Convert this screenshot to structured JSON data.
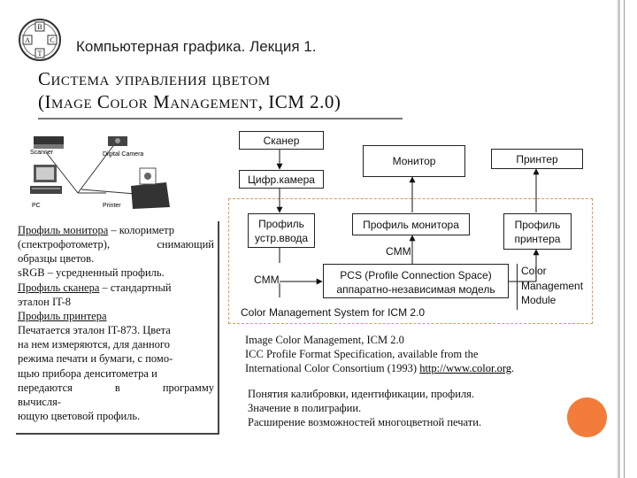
{
  "header": {
    "lecture": "Компьютерная графика. Лекция 1."
  },
  "logo": {
    "letters": [
      "B",
      "A",
      "C",
      "T"
    ]
  },
  "title": {
    "line1_first": "С",
    "line1_rest": "истема управления цветом",
    "line2_open": "(",
    "line2_I": "I",
    "line2_mage": "mage",
    "line2_C": "C",
    "line2_olor": "olor",
    "line2_M": "M",
    "line2_anagement": "anagement",
    "line2_icm": ", ICM 2.0)"
  },
  "devices": {
    "scanner": "Scanner",
    "camera": "Digital Camera",
    "pc": "PC",
    "printer": "Printer"
  },
  "left_text": {
    "l1_u": "Профиль монитора",
    "l1_rest": " – колориметр",
    "l2a": "(спектрофотометр),",
    "l2b": "снимающий",
    "l3": "образцы цветов.",
    "l4": "sRGB – усредненный профиль.",
    "l5_u": "Профиль сканера",
    "l5_rest": " – стандартный",
    "l6": "эталон IT-8",
    "l7_u": "Профиль принтера",
    "l8": "Печатается эталон IT-873. Цвета",
    "l9": "на нем измеряются, для данного",
    "l10": "режима печати и бумаги, с помо-",
    "l11": "щью прибора денситометра и",
    "l12a": "передаются",
    "l12b": "в",
    "l12c": "программу",
    "l13": "вычисля-",
    "l14": "ющую цветовой профиль."
  },
  "diagram": {
    "scanner": "Сканер",
    "camera": "Цифр.камера",
    "monitor": "Монитор",
    "printer": "Принтер",
    "input_profile_1": "Профиль",
    "input_profile_2": "устр.ввода",
    "monitor_profile": "Профиль монитора",
    "printer_profile_1": "Профиль",
    "printer_profile_2": "принтера",
    "cmm_left": "CMM",
    "cmm_top": "CMM",
    "pcs_1": "PCS (Profile Connection Space)",
    "pcs_2": "аппаратно-независимая модель",
    "cmm_module_1": "Color",
    "cmm_module_2": "Management",
    "cmm_module_3": "Module",
    "cms_label": "Color Management System for ICM 2.0"
  },
  "refs": {
    "r1": "Image Color Management, ICM 2.0",
    "r2": "ICC Profile Format Specification, available from the",
    "r3_text": "International Color Consortium (1993) ",
    "r3_link": "http://www.color.org",
    "r3_end": "."
  },
  "notes": {
    "n1": "Понятия калибровки, идентификации, профиля.",
    "n2": "Значение в полиграфии.",
    "n3": "Расширение возможностей многоцветной печати."
  },
  "colors": {
    "accent_circle": "#f37c3a",
    "dashed_border": "#d89a55"
  }
}
